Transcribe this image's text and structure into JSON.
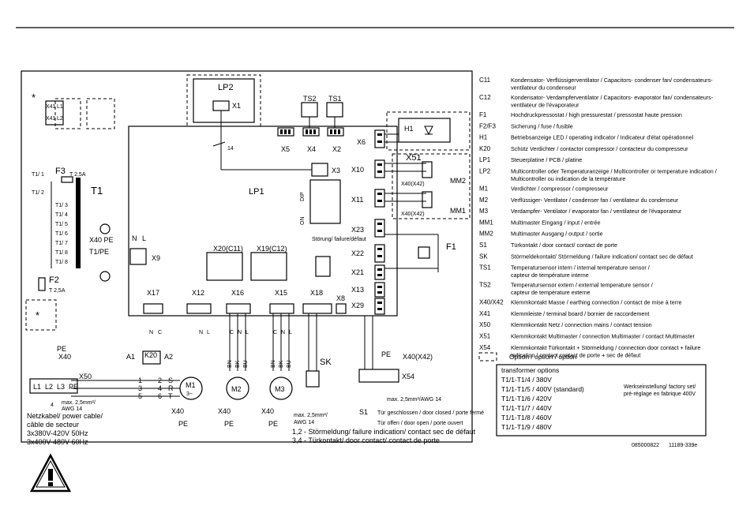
{
  "lp1_label": "LP1",
  "lp2": {
    "label": "LP2",
    "x1": "X1"
  },
  "sensors": {
    "ts2": "TS2",
    "ts1": "TS1"
  },
  "connectors": {
    "x2": "X2",
    "x3": "X3",
    "x4": "X4",
    "x5": "X5",
    "x6": "X6",
    "x8": "X8",
    "x9": "X9",
    "x10": "X10",
    "x11": "X11",
    "x12": "X12",
    "x13": "X13",
    "x15": "X15",
    "x16": "X16",
    "x17": "X17",
    "x18": "X18",
    "x19": "X19(C12)",
    "x20": "X20(C11)",
    "x21": "X21",
    "x22": "X22",
    "x23": "X23",
    "x29": "X29",
    "x40": "X40",
    "x40pe": "X40 PE",
    "t1pe": "T1/PE",
    "x40x42": "X40(X42)",
    "x51": "X51",
    "x50": "X50",
    "x54": "X54",
    "x40x42_a": "X40(X42)",
    "x40x42_b": "X40(X42)"
  },
  "components": {
    "f3": "F3",
    "f3_rating": "T 2,5A",
    "f2": "F2",
    "f2_rating": "T 2,5A",
    "t1": "T1",
    "k20": "K20",
    "m1": "M1",
    "m1_sub": "3~",
    "m2": "M2",
    "m3": "M3",
    "mm1": "MM1",
    "mm2": "MM2",
    "h1": "H1",
    "f1": "F1",
    "sk": "SK",
    "s1": "S1",
    "n": "N",
    "l": "L",
    "pe": "PE",
    "a1": "A1",
    "a2": "A2",
    "dip": "DIP",
    "on": "ON"
  },
  "taps": [
    "T1/ 1",
    "T1/ 2",
    "T1/ 3",
    "T1/ 4",
    "T1/ 5",
    "T1/ 6",
    "T1/ 7",
    "T1/ 8",
    "T1/ 8"
  ],
  "x41_labels": [
    "X41",
    "L1",
    "X41",
    "L2"
  ],
  "x12_pins": [
    "N",
    "L"
  ],
  "x17_pins": [
    "N",
    "C"
  ],
  "x16_pins": [
    "C",
    "N",
    "L"
  ],
  "x15_pins": [
    "C",
    "N",
    "L"
  ],
  "cables": [
    "BN",
    "BK",
    "BU",
    "BN",
    "BK",
    "BU"
  ],
  "terminal_labels": [
    "L1",
    "L2",
    "L3",
    "PE"
  ],
  "k20_pins": [
    "1",
    "3",
    "5",
    "2",
    "4",
    "6",
    "S",
    "R",
    "T"
  ],
  "storung": "Störung/ failure/défaut",
  "wire_14": "14",
  "wire_4": "4",
  "netz_lines": [
    "Netzkabel/ power cable/",
    "câble de secteur",
    "3x380V-420V 50Hz",
    "3x400V-480V 60Hz"
  ],
  "awg_main": [
    "max. 2,5mm²/",
    "AWG 14"
  ],
  "sk_note": [
    "max. 2,5mm²/",
    "AWG 14"
  ],
  "x54_note": "max. 2,5mm²/AWG 14",
  "s1_notes": [
    "Tür geschlossen / door closed / porte fermé",
    "Tür offen / door open / porte ouvert"
  ],
  "footnotes": [
    "1,2 - Störmeldung/ failure indication/ contact sec de défaut",
    "3,4 - Türkontakt/ door contact/ contact de porte"
  ],
  "legend": [
    {
      "key": "C11",
      "text": [
        "Kondensator- Verflüssigerventilator / Capacitors- condenser fan/ condensateurs-",
        "ventilateur du condenseur"
      ]
    },
    {
      "key": "C12",
      "text": [
        "Kondensator- Verdampferventilator / Capacitors- evaporator fan/ condensateurs-",
        "ventilateur de l'évaporateur"
      ]
    },
    {
      "key": "F1",
      "text": [
        "Hochdruckpressostat / high pressurestat / pressostat haute pression"
      ]
    },
    {
      "key": "F2/F3",
      "text": [
        "Sicherung / fuse / fusible"
      ]
    },
    {
      "key": "H1",
      "text": [
        "Betriebsanzeige LED / operating indicator / Indicateur d'état opérationnel"
      ]
    },
    {
      "key": "K20",
      "text": [
        "Schütz Verdichter / contactor compressor / contacteur du compresseur"
      ]
    },
    {
      "key": "LP1",
      "text": [
        "Steuerplatine / PCB / platine"
      ]
    },
    {
      "key": "LP2",
      "text": [
        "Multicontroller oder Temperaturanzeige / Multicontroller or temperature indication /",
        "Multicontroller ou indication de la température"
      ]
    },
    {
      "key": "M1",
      "text": [
        "Verdichter / compressor / compresseur"
      ]
    },
    {
      "key": "M2",
      "text": [
        "Verflüssiger- Ventilator / condenser fan / ventilateur du condenseur"
      ]
    },
    {
      "key": "M3",
      "text": [
        "Verdampfer- Ventilator / evaporator fan / ventilateur de l'évaporateur"
      ]
    },
    {
      "key": "MM1",
      "text": [
        "Multimaster Eingang / input / entrée"
      ]
    },
    {
      "key": "MM2",
      "text": [
        "Multimaster Ausgang / output / sortie"
      ]
    },
    {
      "key": "S1",
      "text": [
        "Türkontakt / door contact/ contact de porte"
      ]
    },
    {
      "key": "SK",
      "text": [
        "Störmeldekontakt/ Störmeldung / failure indication/ contact sec de défaut"
      ]
    },
    {
      "key": "TS1",
      "text": [
        "Temperatursensor intern / internal temperature sensor /",
        "capteur de température interne"
      ]
    },
    {
      "key": "TS2",
      "text": [
        "Temperatursensor extern / external temperature sensor /",
        "capteur de température externe"
      ]
    },
    {
      "key": "X40/X42",
      "text": [
        "Klemmkontakt Masse / earthing connection / contact de mise à terre"
      ]
    },
    {
      "key": "X41",
      "text": [
        "Klemmleiste / terminal board / bornier de raccordement"
      ]
    },
    {
      "key": "X50",
      "text": [
        "Klemmkontakt Netz / connection mains / contact tension"
      ]
    },
    {
      "key": "X51",
      "text": [
        "Klemmkontakt Multimaster / connection Multimaster / contact Multimaster"
      ]
    },
    {
      "key": "X54",
      "text": [
        "Klemmkontakt Türkontakt + Störmeldung / connection door contact + failure",
        "indication / contact contact de porte + sec de défaut"
      ]
    }
  ],
  "option_note": "Option / option / option",
  "transformer": {
    "title": "transformer options",
    "rows": [
      "T1/1-T1/4 / 380V",
      "T1/1-T1/5 / 400V (standard)",
      "T1/1-T1/6 / 420V",
      "T1/1-T1/7 / 440V",
      "T1/1-T1/8 / 460V",
      "T1/1-T1/9 / 480V"
    ],
    "note": [
      "Werkseinstellung/ factory set/",
      "pré-réglage en fabrique 400V"
    ]
  },
  "doc_numbers": [
    "085000822",
    "11189-339e"
  ],
  "warning_icon": "warning-triangle-icon"
}
